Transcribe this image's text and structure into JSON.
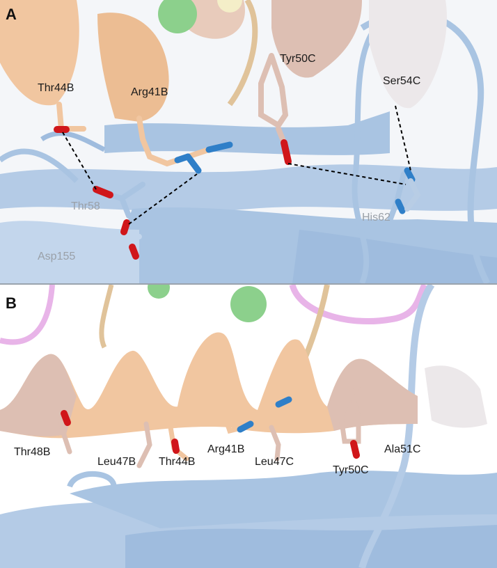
{
  "panels": {
    "a": {
      "letter": "A",
      "labels": {
        "thr44b": "Thr44B",
        "arg41b": "Arg41B",
        "tyr50c": "Tyr50C",
        "ser54c": "Ser54C",
        "thr58": "Thr58",
        "his62": "His62",
        "asp155": "Asp155"
      }
    },
    "b": {
      "letter": "B",
      "labels": {
        "thr48b": "Thr48B",
        "leu47b": "Leu47B",
        "thr44b": "Thr44B",
        "arg41b": "Arg41B",
        "leu47c": "Leu47C",
        "tyr50c": "Tyr50C",
        "ala51c": "Ala51C"
      }
    }
  },
  "colors": {
    "chain_blue": "#a9c4e2",
    "chain_blue_dark": "#8eaed3",
    "helix_orange": "#f1c6a0",
    "helix_tan": "#ddbfb3",
    "helix_pale": "#ece8ea",
    "magenta_loop": "#e8b4e8",
    "ion_green": "#8cd08c",
    "oxygen_red": "#d0161a",
    "nitrogen_blue": "#2f7fc8",
    "hbond": "#000000"
  }
}
